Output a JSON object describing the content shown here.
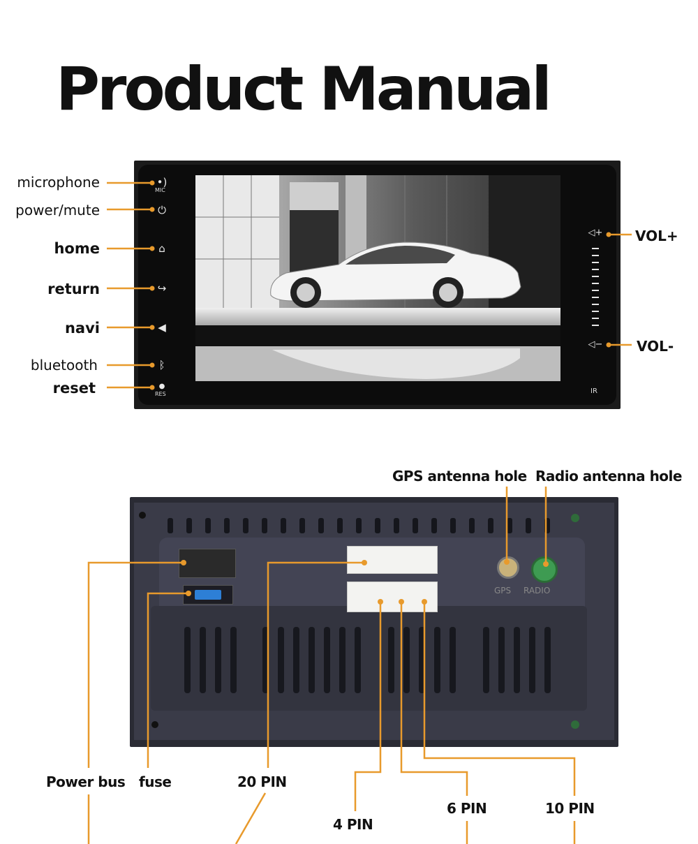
{
  "title": "Product Manual",
  "accent_color": "#e89a2c",
  "front_panel": {
    "left_labels": [
      {
        "key": "microphone",
        "text": "microphone"
      },
      {
        "key": "power_mute",
        "text": "power/mute"
      },
      {
        "key": "home",
        "text": "home"
      },
      {
        "key": "return",
        "text": "return"
      },
      {
        "key": "navi",
        "text": "navi"
      },
      {
        "key": "bluetooth",
        "text": "bluetooth"
      },
      {
        "key": "reset",
        "text": "reset"
      }
    ],
    "right_labels": {
      "vol_up": "VOL+",
      "vol_down": "VOL-"
    },
    "panel_marks": {
      "mic": "MIC",
      "res": "RES",
      "ir": "IR"
    },
    "icons": [
      "mic-dot-icon",
      "power-icon",
      "home-icon",
      "return-icon",
      "navi-arrow-icon",
      "bluetooth-icon",
      "reset-hole-icon",
      "volume-up-icon",
      "volume-down-icon"
    ]
  },
  "rear_panel": {
    "top_labels": {
      "gps": "GPS antenna hole",
      "radio": "Radio antenna hole"
    },
    "bottom_labels": {
      "power_bus": "Power bus",
      "fuse": "fuse",
      "pin20": "20 PIN",
      "pin4": "4 PIN",
      "pin6": "6 PIN",
      "pin10": "10 PIN"
    },
    "engraved": {
      "gps": "GPS",
      "radio": "RADIO"
    }
  }
}
